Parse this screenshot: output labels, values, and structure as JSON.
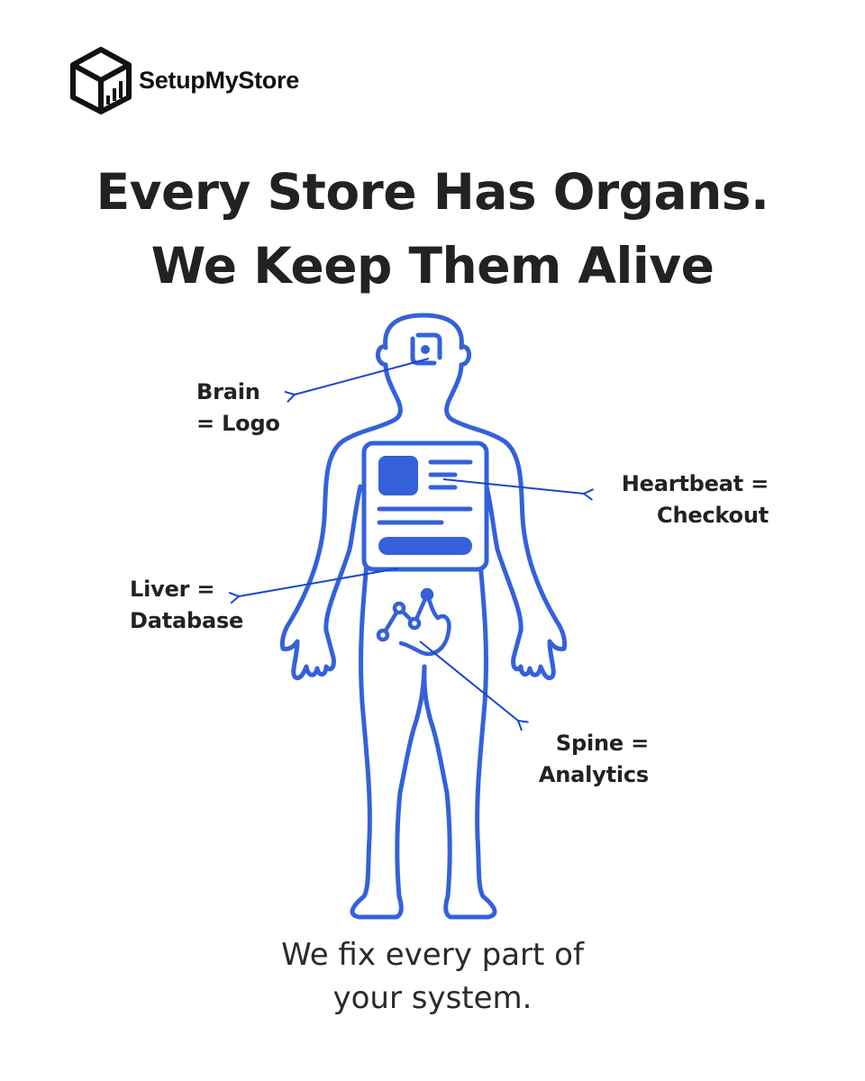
{
  "brand": {
    "name": "SetupMyStore",
    "icon": "box-chart-icon"
  },
  "headline": {
    "line1": "Every Store Has Organs.",
    "line2": "We Keep Them Alive"
  },
  "illustration": {
    "icon": "human-body-outline-icon",
    "stroke_color": "#3461db",
    "arrow_color": "#1a45d1",
    "organs": [
      {
        "id": "brain",
        "icon": "logo-mark-icon",
        "line1": "Brain",
        "line2": "= Logo"
      },
      {
        "id": "heartbeat",
        "icon": "checkout-card-icon",
        "line1": "Heartbeat =",
        "line2": "Checkout"
      },
      {
        "id": "liver",
        "icon": "database-icon",
        "line1": "Liver =",
        "line2": "Database"
      },
      {
        "id": "spine",
        "icon": "analytics-line-icon",
        "line1": "Spine =",
        "line2": "Analytics"
      }
    ]
  },
  "footer": {
    "line1": "We fix every part of",
    "line2": "your system."
  }
}
